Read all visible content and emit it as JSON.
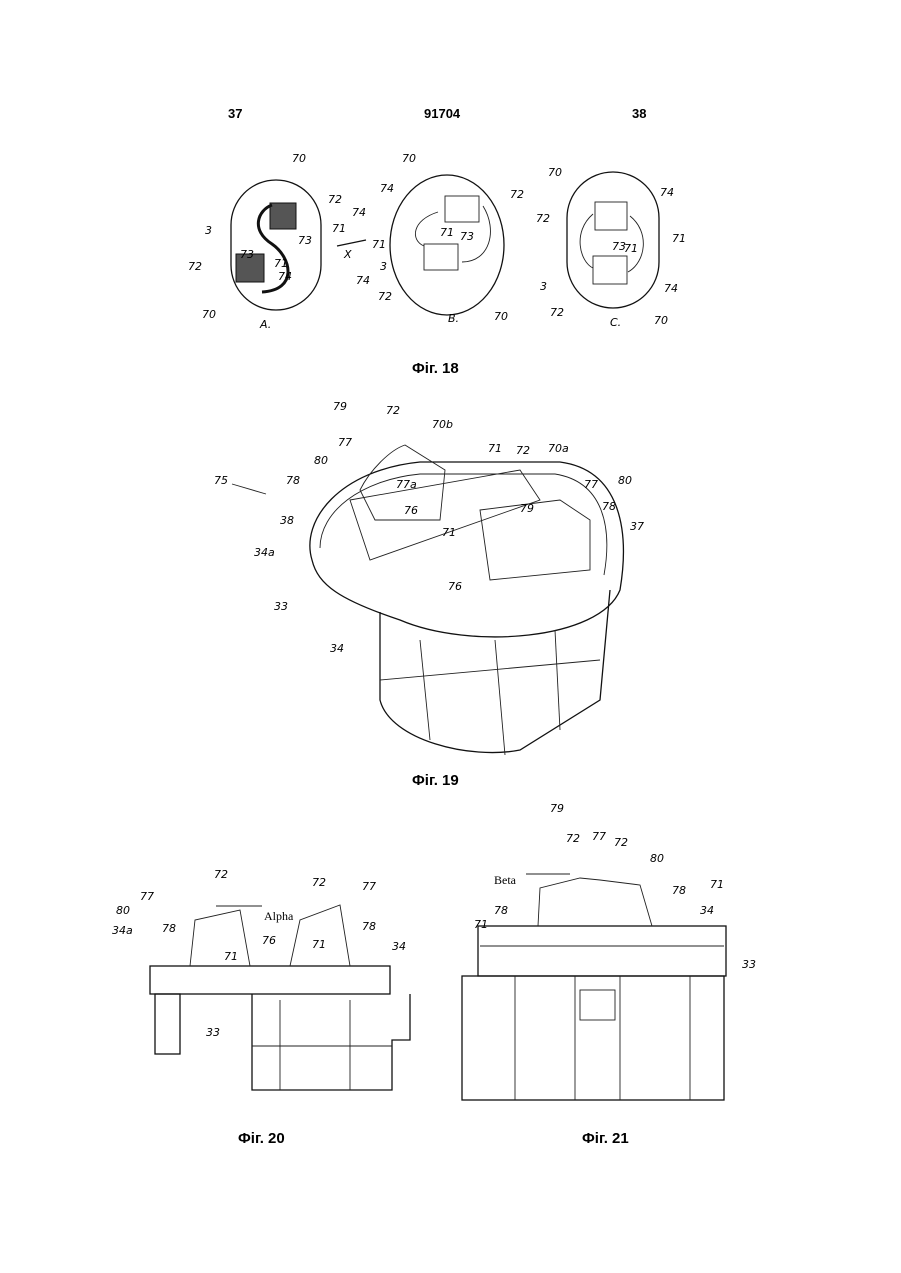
{
  "header": {
    "left_page": "37",
    "doc_number": "91704",
    "right_page": "38"
  },
  "figures": {
    "fig18": {
      "caption": "Фіг. 18",
      "panel_a": {
        "letter": "A.",
        "labels": [
          "70",
          "72",
          "74",
          "71",
          "73",
          "3",
          "72",
          "73",
          "71",
          "74",
          "70"
        ],
        "arrow_label": "X"
      },
      "panel_b": {
        "letter": "B.",
        "labels": [
          "70",
          "74",
          "72",
          "73",
          "71",
          "71",
          "3",
          "74",
          "72",
          "70"
        ]
      },
      "panel_c": {
        "letter": "C.",
        "labels": [
          "70",
          "74",
          "72",
          "71",
          "73",
          "71",
          "3",
          "74",
          "72",
          "70"
        ]
      }
    },
    "fig19": {
      "caption": "Фіг. 19",
      "labels": [
        "79",
        "72",
        "70b",
        "77",
        "80",
        "77a",
        "71",
        "72",
        "70a",
        "75",
        "78",
        "76",
        "79",
        "77",
        "80",
        "78",
        "38",
        "71",
        "37",
        "34a",
        "76",
        "33",
        "34"
      ]
    },
    "fig20": {
      "caption": "Фіг. 20",
      "angle_label": "Alpha",
      "labels": [
        "72",
        "72",
        "77",
        "77",
        "80",
        "78",
        "78",
        "34a",
        "76",
        "71",
        "71",
        "34",
        "33"
      ]
    },
    "fig21": {
      "caption": "Фіг. 21",
      "angle_label": "Beta",
      "labels": [
        "79",
        "72",
        "77",
        "72",
        "80",
        "78",
        "71",
        "78",
        "71",
        "34",
        "33"
      ]
    }
  }
}
